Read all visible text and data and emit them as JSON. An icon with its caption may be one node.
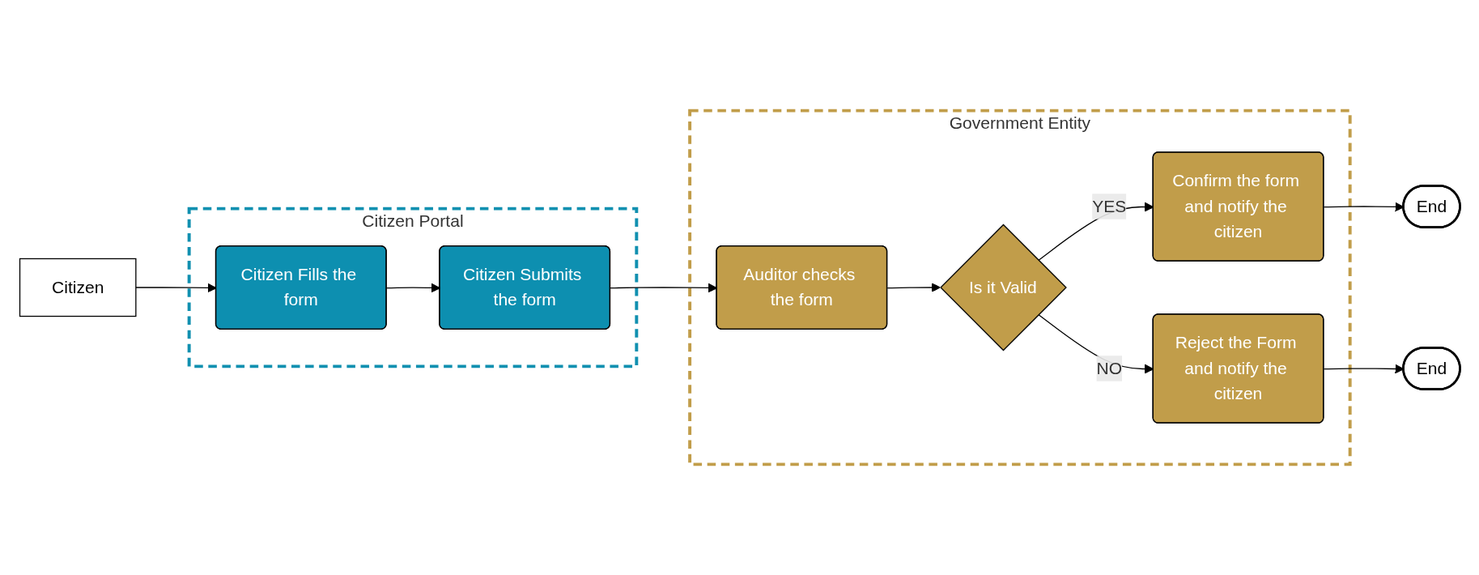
{
  "diagram": {
    "nodes": [
      {
        "text": [
          "Citizen"
        ]
      },
      {
        "text": [
          "Citizen Portal"
        ]
      },
      {
        "text": [
          "Citizen Fills the form"
        ],
        "in": 1
      },
      {
        "text": [
          "Citizen Submits the form"
        ],
        "in": 1
      },
      {
        "text": [
          "Government Entity"
        ]
      },
      {
        "text": [
          "Auditor checks the form"
        ],
        "in": 4
      },
      {
        "text": [
          "Is it Valid"
        ],
        "in": 4
      },
      {
        "text": [
          "Confirm the form and notify the citizen"
        ],
        "in": 4
      },
      {
        "text": [
          "End"
        ]
      },
      {
        "text": [
          "Reject the Form and notify the citizen"
        ],
        "in": 4
      },
      {
        "text": [
          "End"
        ]
      }
    ],
    "edges": [
      {
        "from": 0,
        "to": 2,
        "arrow": "to"
      },
      {
        "from": 2,
        "to": 3,
        "arrow": "to"
      },
      {
        "from": 3,
        "to": 5,
        "arrow": "to"
      },
      {
        "from": 5,
        "to": 6,
        "arrow": "to"
      },
      {
        "from": 6,
        "to": 7,
        "arrow": "to",
        "label": "YES"
      },
      {
        "from": 7,
        "to": 8,
        "arrow": "to"
      },
      {
        "from": 6,
        "to": 9,
        "arrow": "to",
        "label": "NO"
      },
      {
        "from": 9,
        "to": 10,
        "arrow": "to"
      }
    ]
  }
}
